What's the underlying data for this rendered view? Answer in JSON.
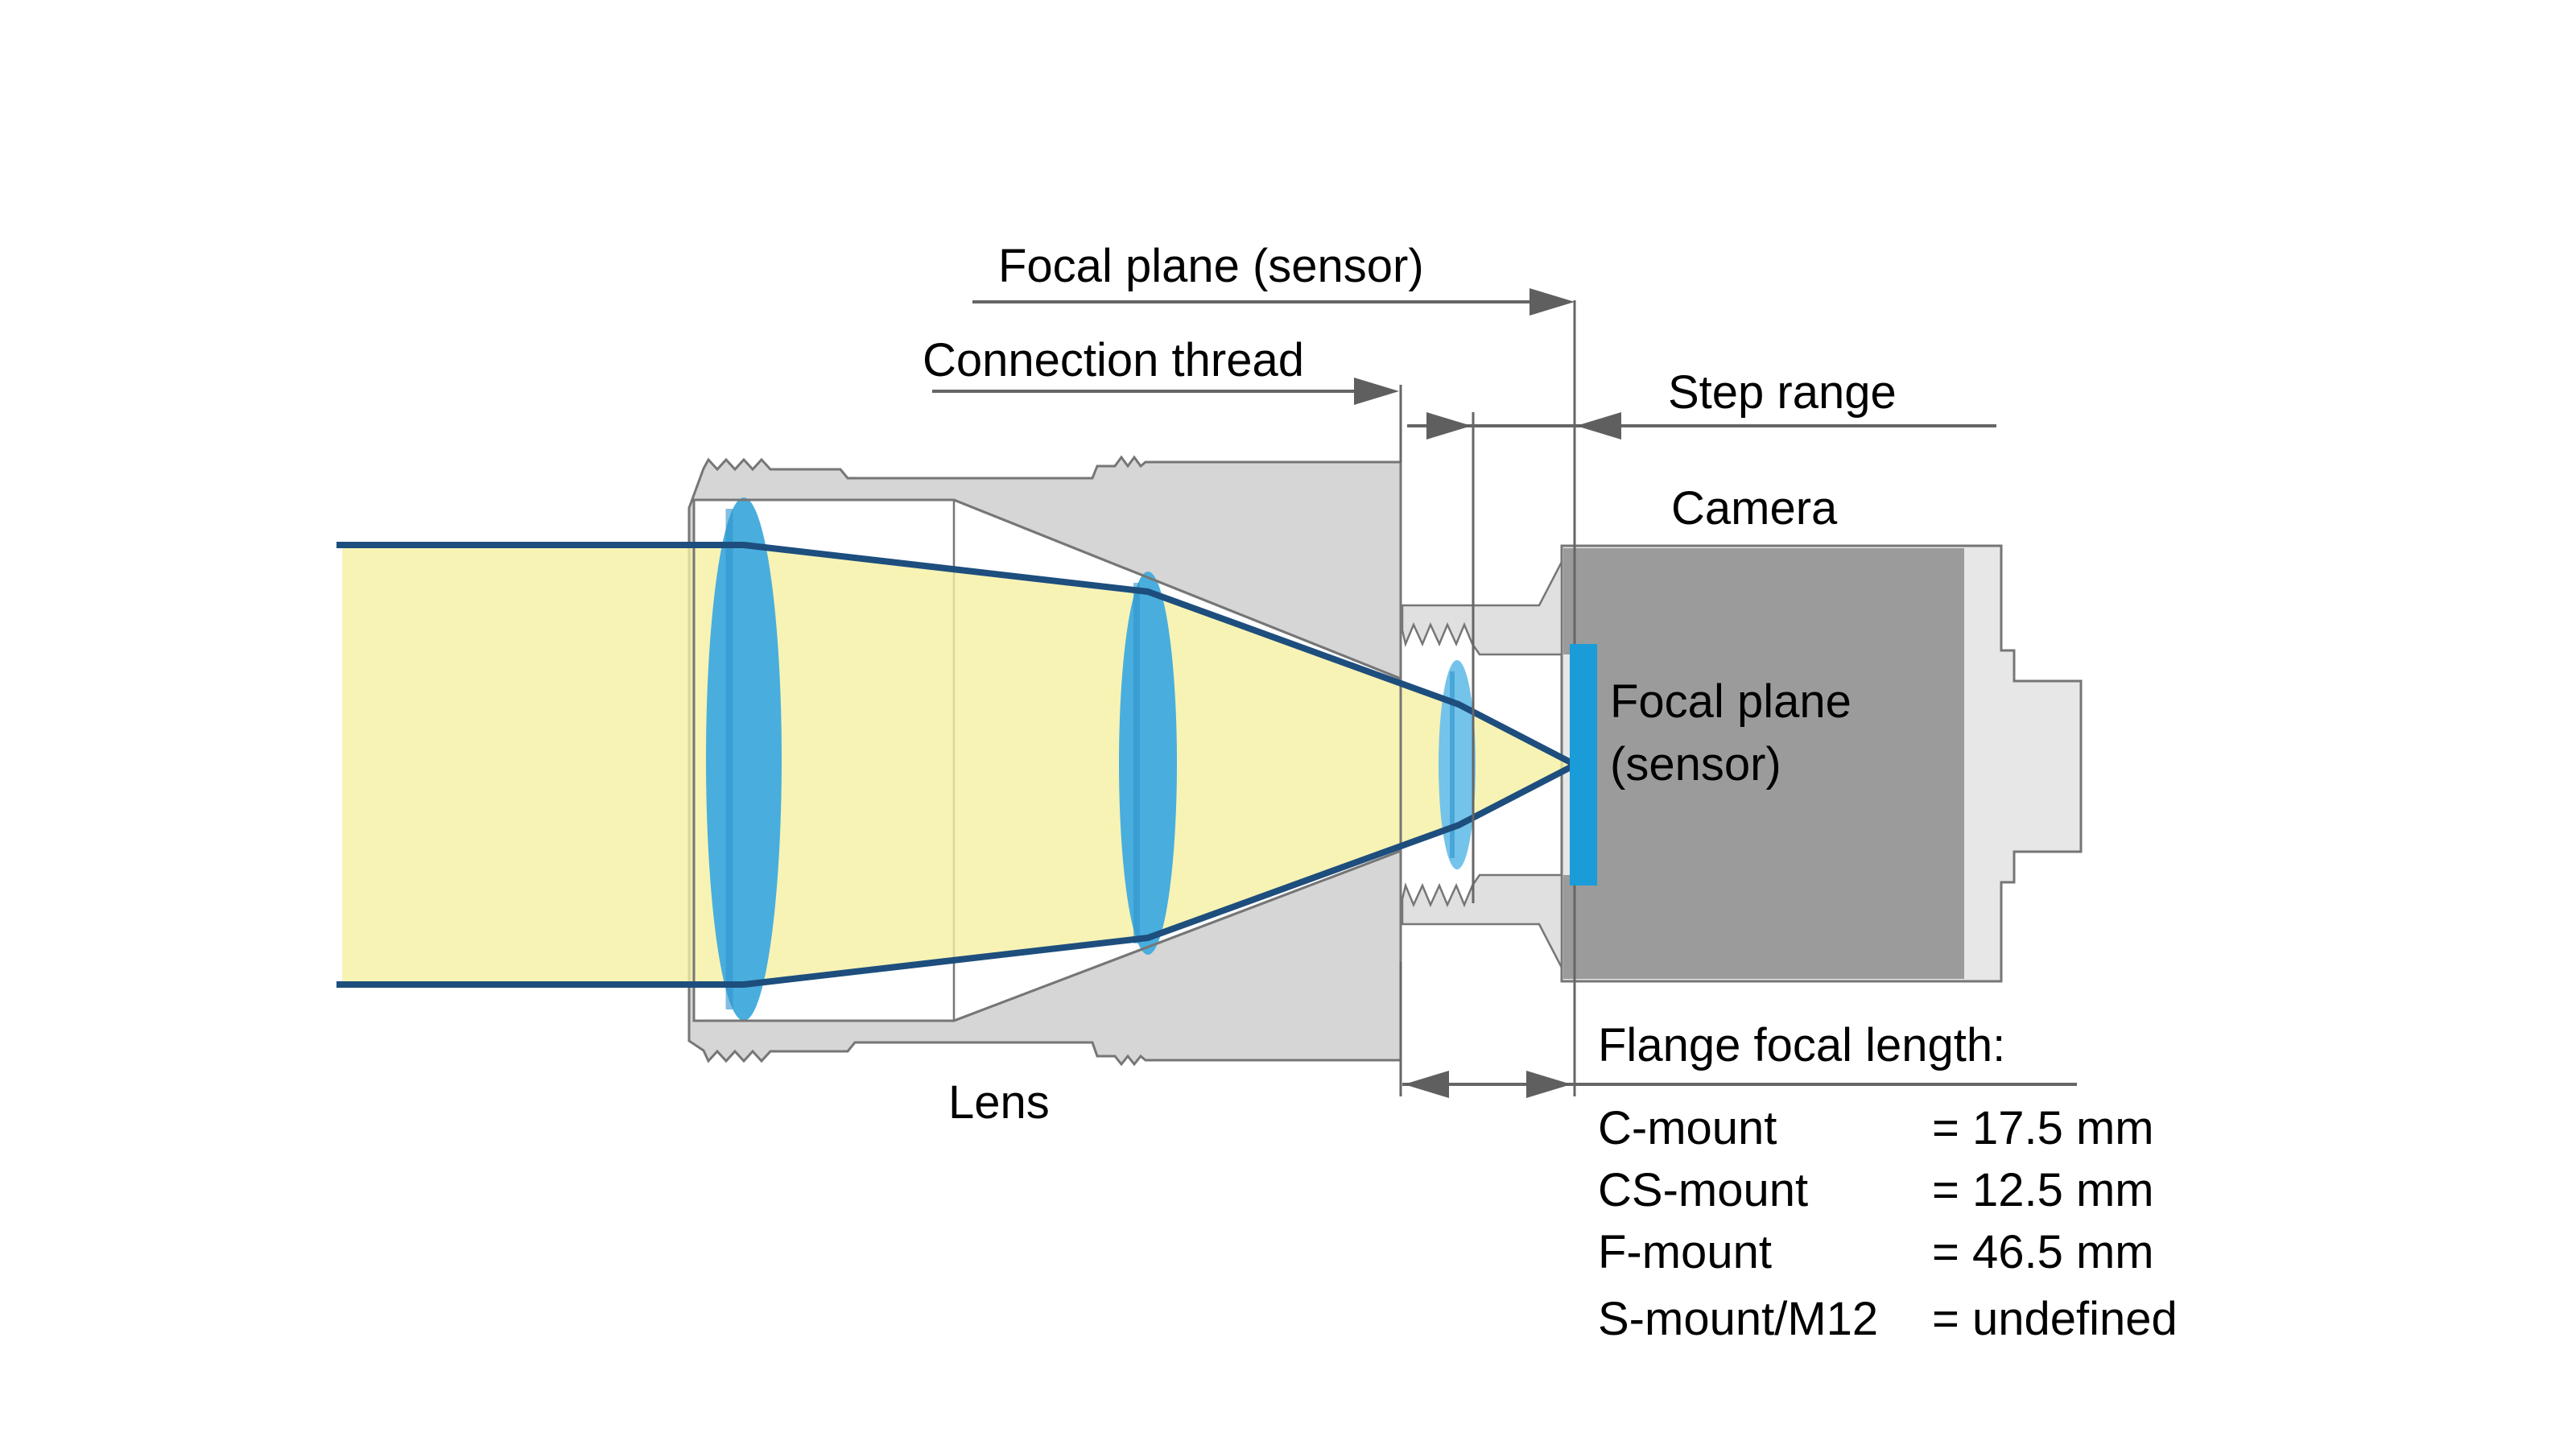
{
  "labels": {
    "focal_plane_dim": "Focal plane (sensor)",
    "connection_thread": "Connection thread",
    "step_range": "Step range",
    "camera": "Camera",
    "sensor_line1": "Focal plane",
    "sensor_line2": "(sensor)",
    "lens": "Lens",
    "flange_title": "Flange focal length:"
  },
  "flange_table": {
    "rows": [
      {
        "mount": "C-mount",
        "value": "= 17.5 mm"
      },
      {
        "mount": "CS-mount",
        "value": "= 12.5 mm"
      },
      {
        "mount": "F-mount",
        "value": "= 46.5 mm"
      },
      {
        "mount": "S-mount/M12",
        "value": "= undefined"
      }
    ]
  },
  "colors": {
    "beam_yellow": "#f5f0a2",
    "ray_navy": "#1d4e7d",
    "glass_blue": "#49aede",
    "glass_blue_small": "#74c3ea",
    "glass_stripe": "#2f93cc",
    "sensor_blue": "#199cd8",
    "housing_gray": "#d6d6d6",
    "camera_light_gray": "#e7e7e7",
    "camera_dark_gray": "#9b9b9b",
    "nose_gray": "#e0e0e0",
    "outline_gray": "#767676",
    "dim_gray": "#666666",
    "text_black": "#000000"
  }
}
